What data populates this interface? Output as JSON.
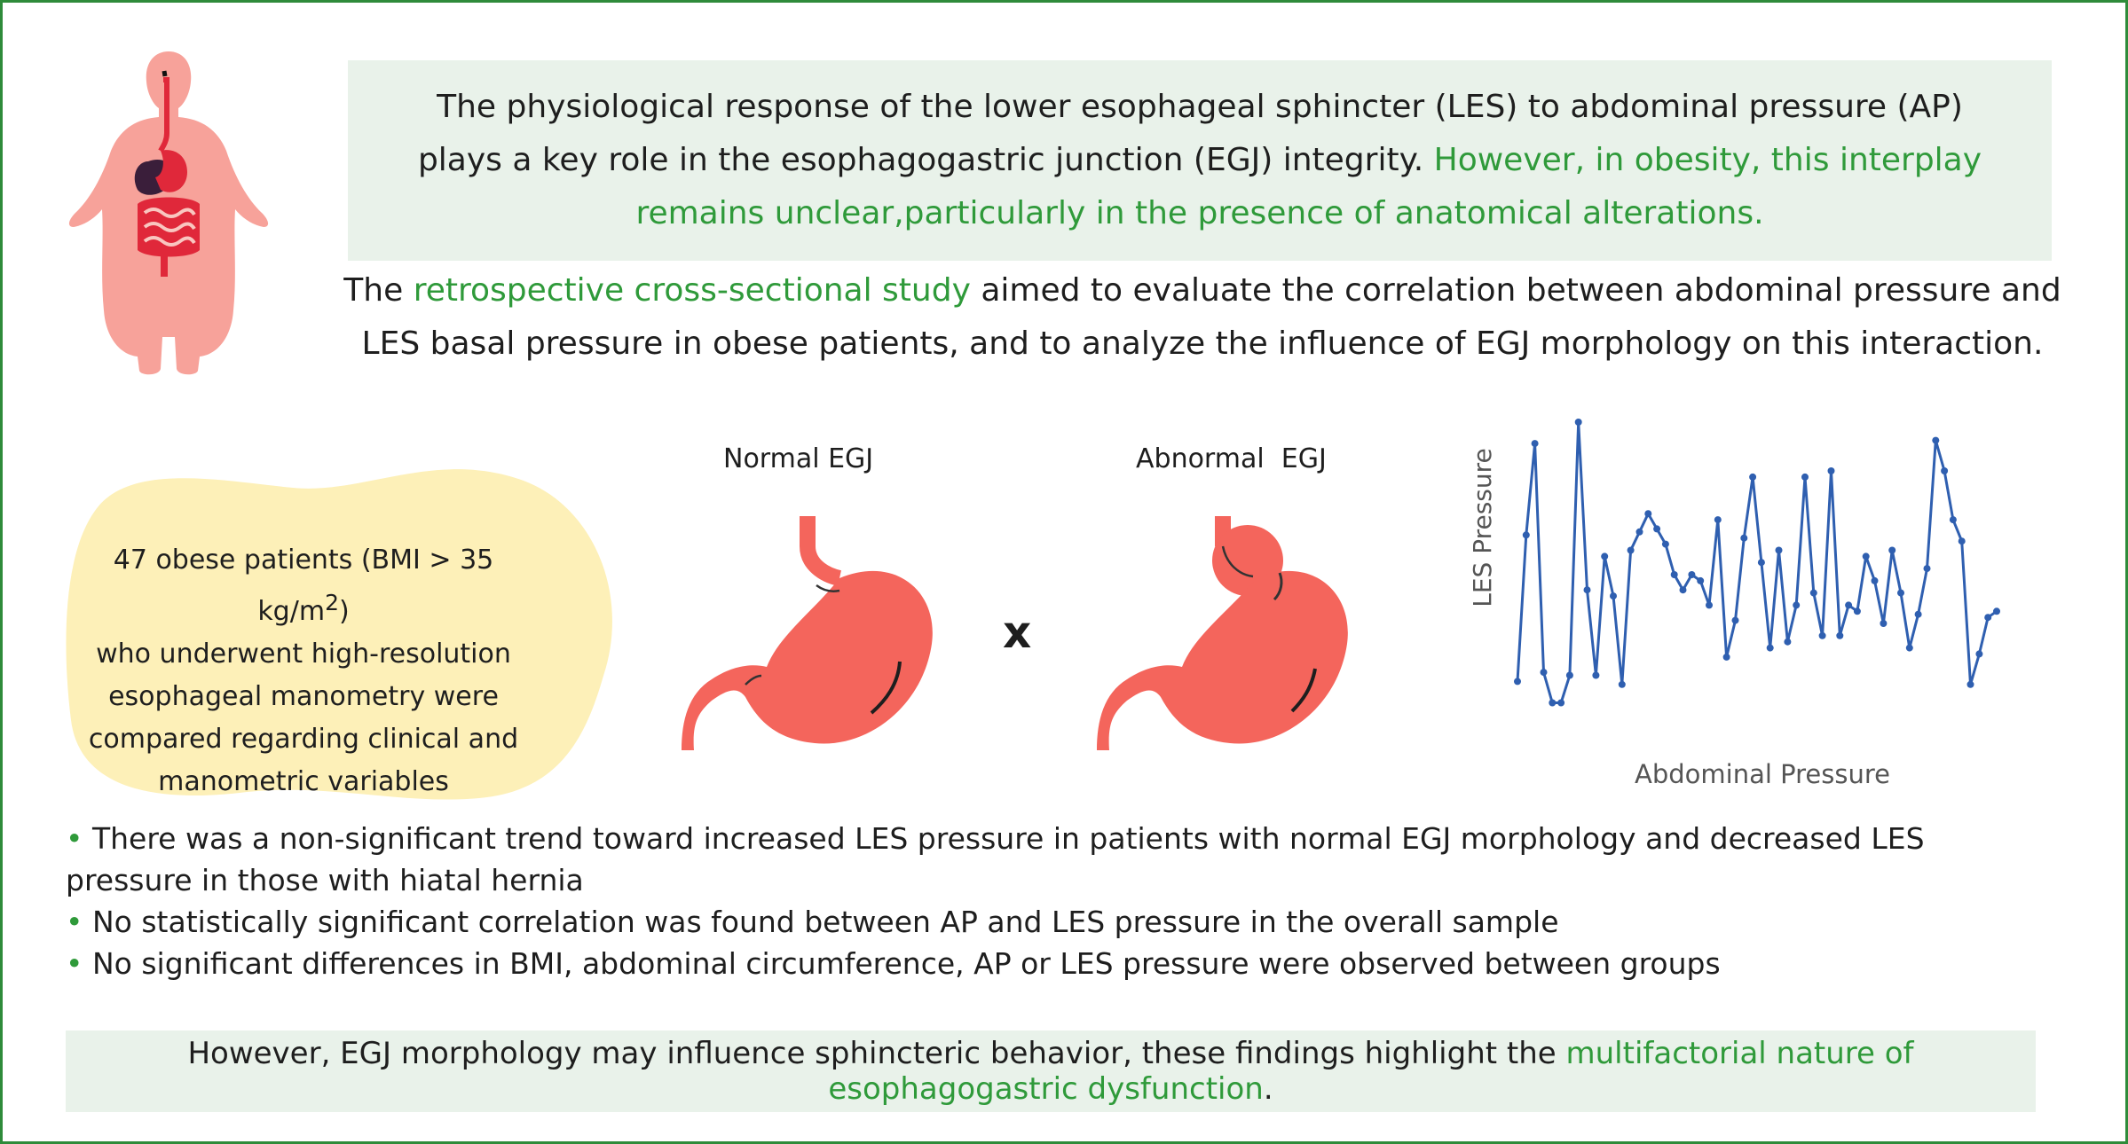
{
  "intro": {
    "text": "The physiological response of the lower esophageal sphincter (LES) to abdominal pressure (AP) plays a key role in the esophagogastric junction (EGJ) integrity. ",
    "highlight": "However, in obesity, this interplay remains unclear,particularly in the presence of anatomical alterations."
  },
  "aim": {
    "prefix": "The ",
    "highlight": "retrospective cross-sectional study",
    "suffix": " aimed to evaluate the correlation between abdominal pressure and LES basal pressure in obese patients, and to analyze the influence of EGJ morphology on this interaction."
  },
  "patients": {
    "line1_pre": "47 obese patients (BMI > 35 kg/m",
    "line1_sup": "2",
    "line1_post": ")",
    "rest": "who underwent high-resolution esophageal manometry were compared regarding clinical and manometric variables"
  },
  "comparison": {
    "normal_label": "Normal EGJ",
    "abnormal_label": "Abnormal  EGJ",
    "operator": "x"
  },
  "chart_data": {
    "type": "line",
    "xlabel": "Abdominal Pressure",
    "ylabel": "LES Pressure",
    "values": [
      0.15,
      0.63,
      0.93,
      0.18,
      0.08,
      0.08,
      0.17,
      1.0,
      0.45,
      0.17,
      0.56,
      0.43,
      0.14,
      0.58,
      0.64,
      0.7,
      0.65,
      0.6,
      0.5,
      0.45,
      0.5,
      0.48,
      0.4,
      0.68,
      0.23,
      0.35,
      0.62,
      0.82,
      0.54,
      0.26,
      0.58,
      0.28,
      0.4,
      0.82,
      0.44,
      0.3,
      0.84,
      0.3,
      0.4,
      0.38,
      0.56,
      0.48,
      0.34,
      0.58,
      0.44,
      0.26,
      0.37,
      0.52,
      0.94,
      0.84,
      0.68,
      0.61,
      0.14,
      0.24,
      0.36,
      0.38
    ],
    "color": "#2f5fb0"
  },
  "findings": [
    "There was a non-significant trend toward increased LES pressure in patients with normal EGJ morphology and decreased LES pressure in those with hiatal hernia",
    "No statistically significant correlation was found between AP and LES pressure in the overall sample",
    "No significant differences in BMI, abdominal circumference, AP or LES pressure were observed between groups"
  ],
  "bullet_symbol": "•",
  "conclusion": {
    "text": "However, EGJ morphology may influence sphincteric behavior, these findings highlight the ",
    "highlight": "multifactorial nature of esophagogastric dysfunction",
    "end": "."
  },
  "colors": {
    "accent": "#2f9a3a",
    "box_bg": "#e9f2ea",
    "blob": "#fdf0b8",
    "stomach": "#f4655c",
    "skin": "#f7a29a",
    "chart_line": "#2f5fb0"
  },
  "icons": [
    "human-body-icon",
    "normal-stomach-icon",
    "abnormal-stomach-icon"
  ]
}
